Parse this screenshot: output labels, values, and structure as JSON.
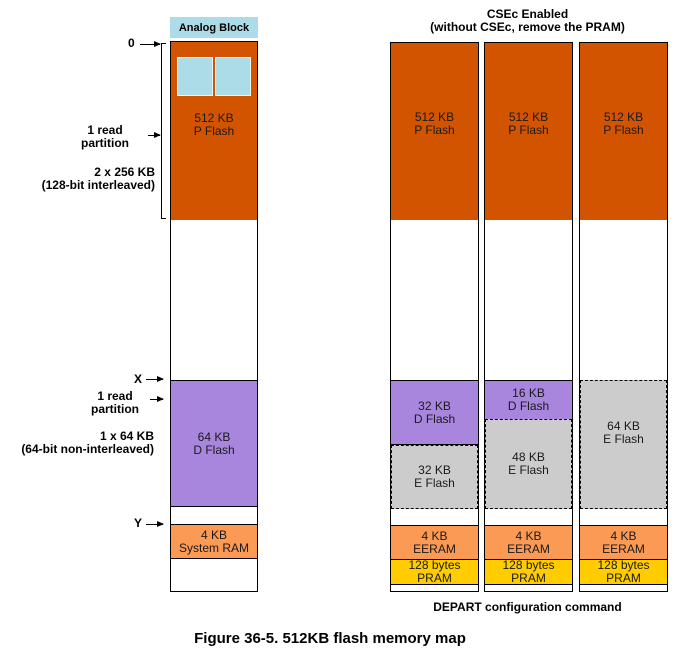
{
  "figure": {
    "caption": "Figure 36-5. 512KB flash memory map",
    "right_heading_line1": "CSEc Enabled",
    "right_heading_line2": "(without CSEc, remove the PRAM)",
    "right_footer": "DEPART configuration command"
  },
  "left_labels": {
    "addr_0": "0",
    "addr_x": "X",
    "addr_y": "Y",
    "pflash_partition_1": "1 read",
    "pflash_partition_2": "partition",
    "pflash_size_1": "2 x 256 KB",
    "pflash_size_2": "(128-bit interleaved)",
    "dflash_partition_1": "1 read",
    "dflash_partition_2": "partition",
    "dflash_size_1": "1 x 64 KB",
    "dflash_size_2": "(64-bit non-interleaved)"
  },
  "left_column": {
    "analog_block": "Analog Block",
    "pflash_1": "512 KB",
    "pflash_2": "P Flash",
    "dflash_1": "64 KB",
    "dflash_2": "D Flash",
    "ram_1": "4 KB",
    "ram_2": "System RAM"
  },
  "columns": [
    {
      "pflash_1": "512 KB",
      "pflash_2": "P Flash",
      "dflash_1": "32 KB",
      "dflash_2": "D Flash",
      "eflash_1": "32 KB",
      "eflash_2": "E Flash",
      "eeram_1": "4 KB",
      "eeram_2": "EERAM",
      "pram_1": "128 bytes",
      "pram_2": "PRAM"
    },
    {
      "pflash_1": "512 KB",
      "pflash_2": "P Flash",
      "dflash_1": "16 KB",
      "dflash_2": "D Flash",
      "eflash_1": "48 KB",
      "eflash_2": "E Flash",
      "eeram_1": "4 KB",
      "eeram_2": "EERAM",
      "pram_1": "128 bytes",
      "pram_2": "PRAM"
    },
    {
      "pflash_1": "512 KB",
      "pflash_2": "P Flash",
      "eflash_1": "64 KB",
      "eflash_2": "E Flash",
      "eeram_1": "4 KB",
      "eeram_2": "EERAM",
      "pram_1": "128 bytes",
      "pram_2": "PRAM"
    }
  ],
  "colors": {
    "pflash": "#d35400",
    "dflash": "#a886de",
    "eflash": "#cccccc",
    "ram": "#fb9a55",
    "pram": "#ffcc00",
    "analog": "#acdce8"
  }
}
